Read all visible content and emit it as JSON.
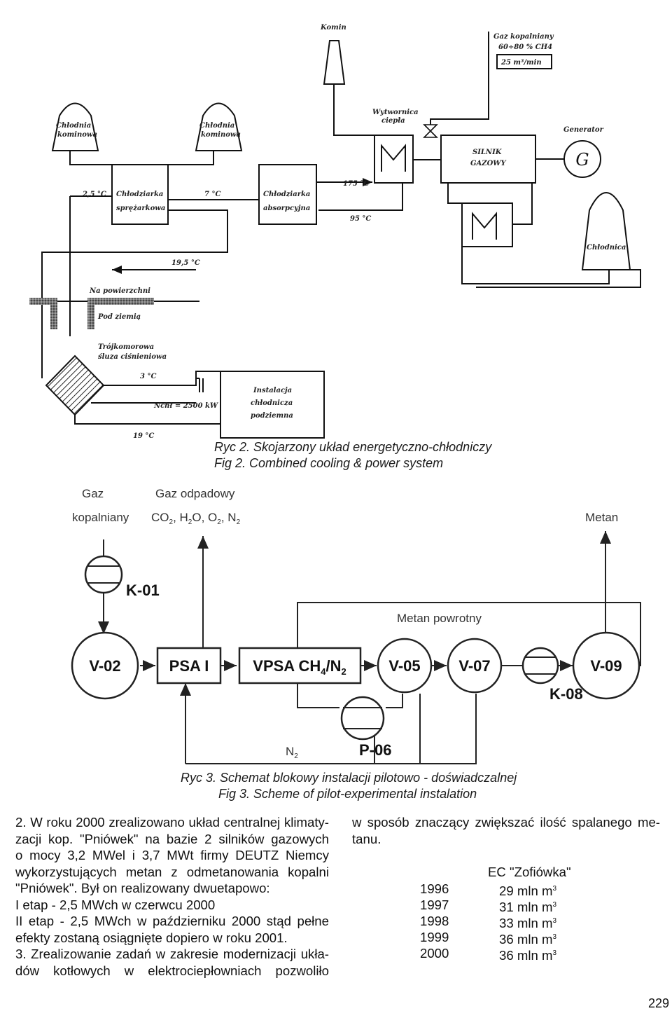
{
  "figure1": {
    "labels": {
      "komin": "Komin",
      "gas_title": "Gaz kopalniany",
      "gas_ch4": "60÷80 % CH4",
      "gas_flow": "25 m³/min",
      "chlodnia1": [
        "Chłodnia",
        "kominowa"
      ],
      "chlodnia2": [
        "Chłodnia",
        "kominowa"
      ],
      "chlodziarka_sprezarkowa": [
        "Chłodziarka",
        "sprężarkowa"
      ],
      "chlodziarka_absorpcyjna": [
        "Chłodziarka",
        "absorpcyjna"
      ],
      "wytwornica": [
        "Wytwornica",
        "ciepła"
      ],
      "silnik": [
        "SILNIK",
        "GAZOWY"
      ],
      "generator": "Generator",
      "generator_symbol": "G",
      "chlodnica": "Chłodnica",
      "t_25": "2,5 °C",
      "t_7": "7 °C",
      "t_175": "175 °C",
      "t_95": "95 °C",
      "t_195": "19,5 °C",
      "na_powierzchni": "Na powierzchni",
      "pod_ziemia": "Pod ziemią",
      "trojkomorowa": [
        "Trójkomorowa",
        "śluza ciśnieniowa"
      ],
      "t_3": "3 °C",
      "t_19": "19 °C",
      "power": "Nchł = 2500 kW",
      "instalacja": [
        "Instalacja",
        "chłodnicza",
        "podziemna"
      ]
    },
    "caption_pl": "Ryc 2. Skojarzony układ energetyczno-chłodniczy",
    "caption_en": "Fig 2. Combined cooling & power system"
  },
  "figure2": {
    "labels": {
      "gaz": "Gaz",
      "kopalniany": "kopalniany",
      "gaz_odpadowy": "Gaz odpadowy",
      "gases": "CO2, H2O, O2, N2",
      "metan": "Metan",
      "metan_powrotny": "Metan powrotny",
      "n2": "N2",
      "k01": "K-01",
      "v02": "V-02",
      "psa": "PSA I",
      "vpsa": "VPSA CH4/N2",
      "v05": "V-05",
      "v07": "V-07",
      "k08": "K-08",
      "v09": "V-09",
      "p06": "P-06"
    },
    "caption_pl": "Ryc 3. Schemat blokowy instalacji pilotowo - doświadczalnej",
    "caption_en": "Fig 3. Scheme of pilot-experimental instalation"
  },
  "text": {
    "left_lines": [
      "2. W roku 2000 zrealizowano układ centralnej klimaty-",
      "zacji kop. \"Pniówek\" na bazie 2 silników gazowych",
      "o mocy 3,2 MWel i 3,7 MWt firmy DEUTZ Niemcy",
      "wykorzystujących metan z odmetanowania kopalni",
      "\"Pniówek\". Był on realizowany dwuetapowo:",
      "I etap - 2,5 MWch w czerwcu 2000",
      "II etap - 2,5 MWch w październiku 2000 stąd pełne",
      "efekty zostaną osiągnięte dopiero w roku 2001.",
      "3. Zrealizowanie zadań w zakresie modernizacji ukła-",
      "dów kotłowych w elektrociepłowniach pozwoliło"
    ],
    "right_lines": [
      "w sposób znaczący zwiększać ilość spalanego me-",
      "tanu."
    ]
  },
  "table": {
    "title": "EC \"Zofiówka\"",
    "unit": "mln m",
    "unit_sup": "3",
    "rows": [
      {
        "year": "1996",
        "value": "29"
      },
      {
        "year": "1997",
        "value": "31"
      },
      {
        "year": "1998",
        "value": "33"
      },
      {
        "year": "1999",
        "value": "36"
      },
      {
        "year": "2000",
        "value": "36"
      }
    ]
  },
  "page_number": "229"
}
